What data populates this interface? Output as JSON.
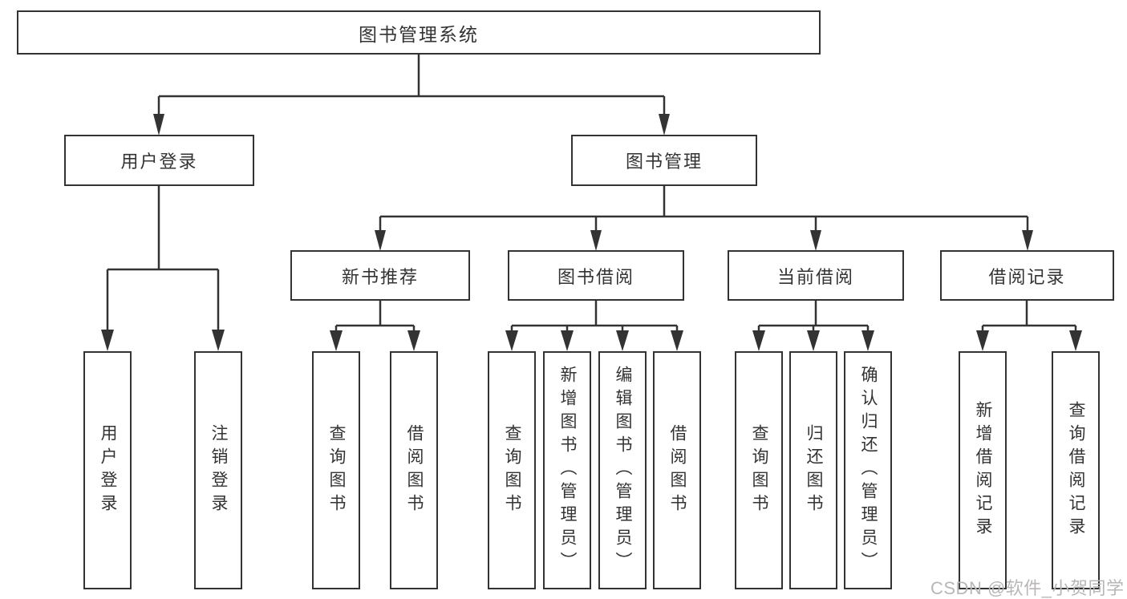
{
  "diagram": {
    "root": {
      "label": "图书管理系统"
    },
    "level2": [
      {
        "id": "user-login",
        "label": "用户登录"
      },
      {
        "id": "book-management",
        "label": "图书管理"
      }
    ],
    "level3": [
      {
        "id": "new-book-recommend",
        "label": "新书推荐"
      },
      {
        "id": "book-borrow",
        "label": "图书借阅"
      },
      {
        "id": "current-borrow",
        "label": "当前借阅"
      },
      {
        "id": "borrow-record",
        "label": "借阅记录"
      }
    ],
    "leaves": {
      "login": [
        "用户登录",
        "注销登录"
      ],
      "recommend": [
        "查询图书",
        "借阅图书"
      ],
      "borrow": [
        "查询图书",
        "新增图书（管理员）",
        "编辑图书（管理员）",
        "借阅图书"
      ],
      "current": [
        "查询图书",
        "归还图书",
        "确认归还（管理员）"
      ],
      "record": [
        "新增借阅记录",
        "查询借阅记录"
      ]
    },
    "watermark": "CSDN @软件_小贺同学",
    "colors": {
      "line": "#333333",
      "box_border": "#333333",
      "text": "#333333",
      "watermark": "#b9b6b6",
      "background": "#ffffff"
    }
  }
}
